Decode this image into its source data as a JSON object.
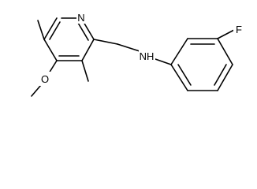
{
  "molecule": {
    "atoms": {
      "N_pyridine": "N",
      "O_methoxy": "O",
      "NH_amine": "NH",
      "F": "F"
    }
  }
}
